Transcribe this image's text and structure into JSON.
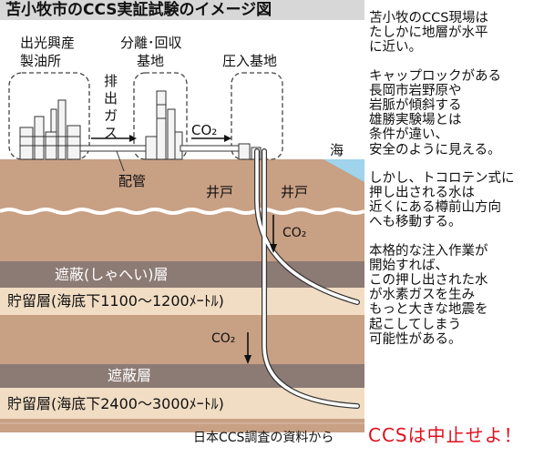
{
  "figure": {
    "title": "苫小牧市のCCS実証試験のイメージ図",
    "facilities": {
      "refinery": [
        "出光興産",
        "製油所"
      ],
      "separation": [
        "分離･回収",
        "基地"
      ],
      "injection": "圧入基地"
    },
    "labels": {
      "exhaust_gas": [
        "排",
        "出",
        "ガ",
        "ス"
      ],
      "co2_surface": "CO₂",
      "pipe": "配管",
      "sea": "海",
      "well_left": "井戸",
      "well_right": "井戸",
      "co2_well_upper": "CO₂",
      "co2_well_lower": "CO₂"
    },
    "layers": {
      "cap_upper": "遮蔽(しゃへい)層",
      "reservoir_upper": "貯留層(海底下1100〜1200ﾒｰﾄﾙ)",
      "cap_lower": "遮蔽層",
      "reservoir_lower": "貯留層(海底下2400〜3000ﾒｰﾄﾙ)"
    },
    "source": "日本CCS調査の資料から",
    "colors": {
      "sky": "#ffffff",
      "ground": "#c8a084",
      "cap_layer": "#8c7b74",
      "reservoir_layer": "#f1ddc3",
      "sea": "#9fd4ec",
      "title_bg": "#d7d7d7",
      "pipe": "#ffffff"
    }
  },
  "commentary": {
    "paragraphs": [
      [
        "苫小牧のCCS現場は",
        "たしかに地層が水平",
        "に近い。"
      ],
      [
        "キャップロックがある",
        "長岡市岩野原や",
        "岩脈が傾斜する",
        "雄勝実験場とは",
        "条件が違い、",
        "安全のように見える。"
      ],
      [
        "しかし、トコロテン式に",
        "押し出される水は",
        "近くにある樽前山方向",
        "へも移動する。"
      ],
      [
        "本格的な注入作業が",
        "開始すれば、",
        "この押し出された水",
        "が水素ガスを生み",
        "もっと大きな地震を",
        "起こしてしまう",
        "可能性がある。"
      ]
    ],
    "slogan": "CCSは中止せよ！"
  }
}
